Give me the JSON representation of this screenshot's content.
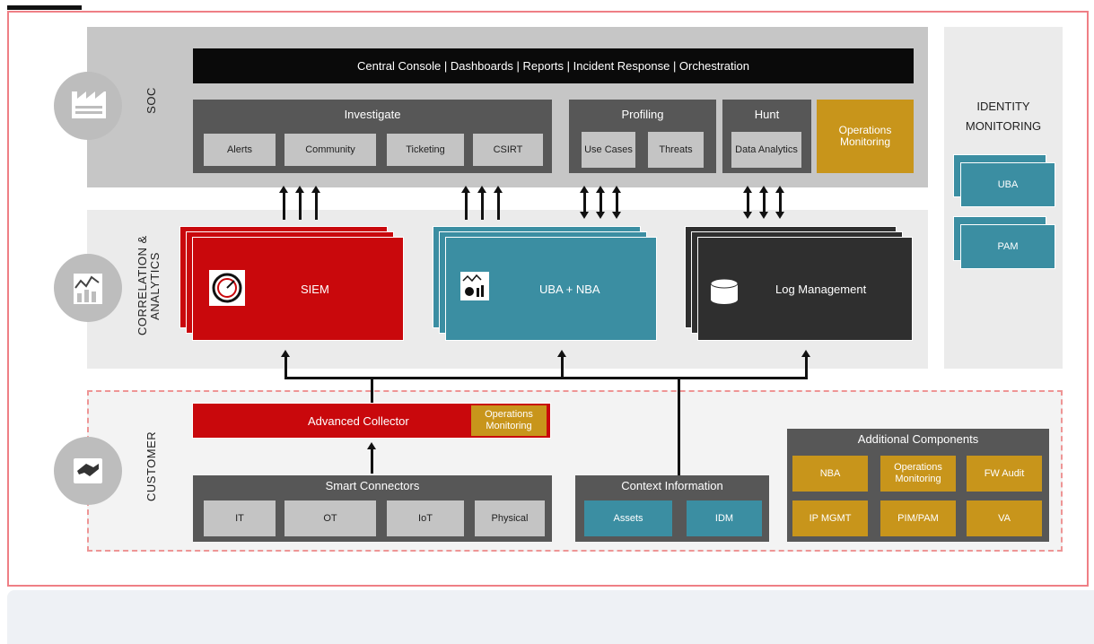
{
  "soc": {
    "label": "SOC",
    "console": "Central Console | Dashboards | Reports | Incident Response | Orchestration",
    "investigate": {
      "title": "Investigate",
      "items": [
        "Alerts",
        "Community",
        "Ticketing",
        "CSIRT"
      ]
    },
    "profiling": {
      "title": "Profiling",
      "items": [
        "Use Cases",
        "Threats"
      ]
    },
    "hunt": {
      "title": "Hunt",
      "items": [
        "Data Analytics"
      ]
    },
    "operations": "Operations Monitoring"
  },
  "analytics": {
    "label": "CORRELATION &\nANALYTICS",
    "siem": "SIEM",
    "uba_nba": "UBA + NBA",
    "log_management": "Log Management"
  },
  "identity": {
    "title": "IDENTITY MONITORING",
    "items": [
      "UBA",
      "PAM"
    ]
  },
  "customer": {
    "label": "CUSTOMER",
    "advanced_collector": "Advanced Collector",
    "collector_ops": "Operations Monitoring",
    "smart_connectors": {
      "title": "Smart Connectors",
      "items": [
        "IT",
        "OT",
        "IoT",
        "Physical"
      ]
    },
    "context": {
      "title": "Context Information",
      "items": [
        "Assets",
        "IDM"
      ]
    },
    "additional": {
      "title": "Additional Components",
      "items": [
        "NBA",
        "Operations Monitoring",
        "FW Audit",
        "IP MGMT",
        "PIM/PAM",
        "VA"
      ]
    }
  },
  "colors": {
    "red": "#c9080c",
    "teal": "#3b8ea2",
    "dark": "#2f2f2f",
    "gold": "#c8951b",
    "border": "#ef7f85"
  },
  "icons": [
    "factory-icon",
    "chart-icon",
    "handshake-icon",
    "gauge-icon",
    "analytics-icon",
    "database-icon"
  ]
}
